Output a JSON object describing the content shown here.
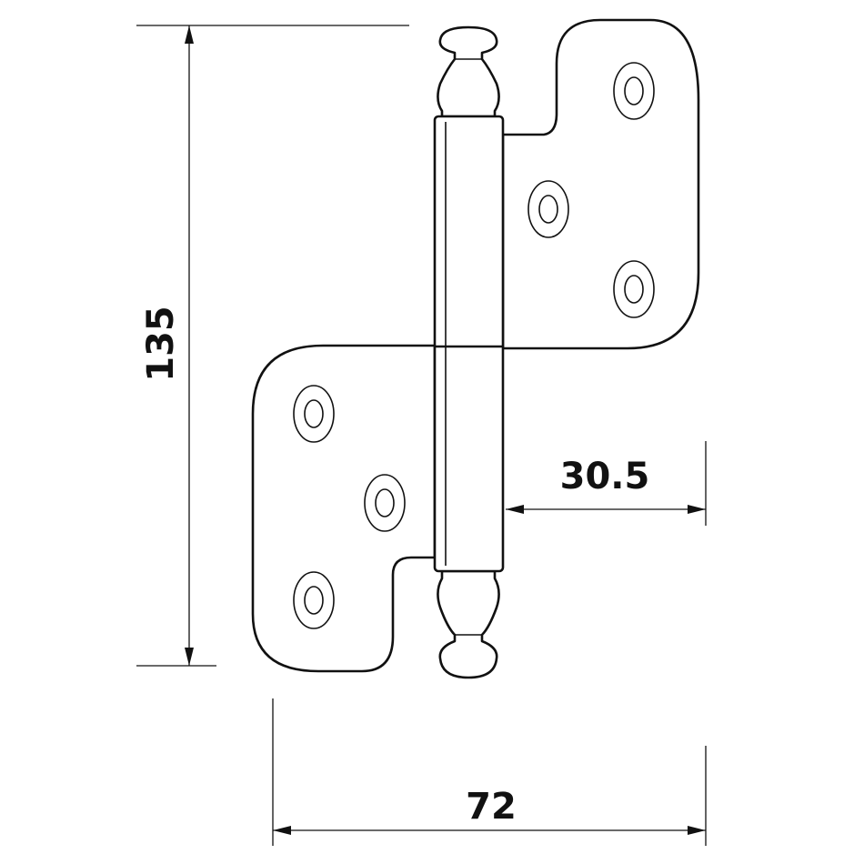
{
  "dimensions": {
    "height": "135",
    "width": "72",
    "barrel_offset": "30.5"
  },
  "colors": {
    "line": "#111111",
    "background": "#ffffff"
  }
}
